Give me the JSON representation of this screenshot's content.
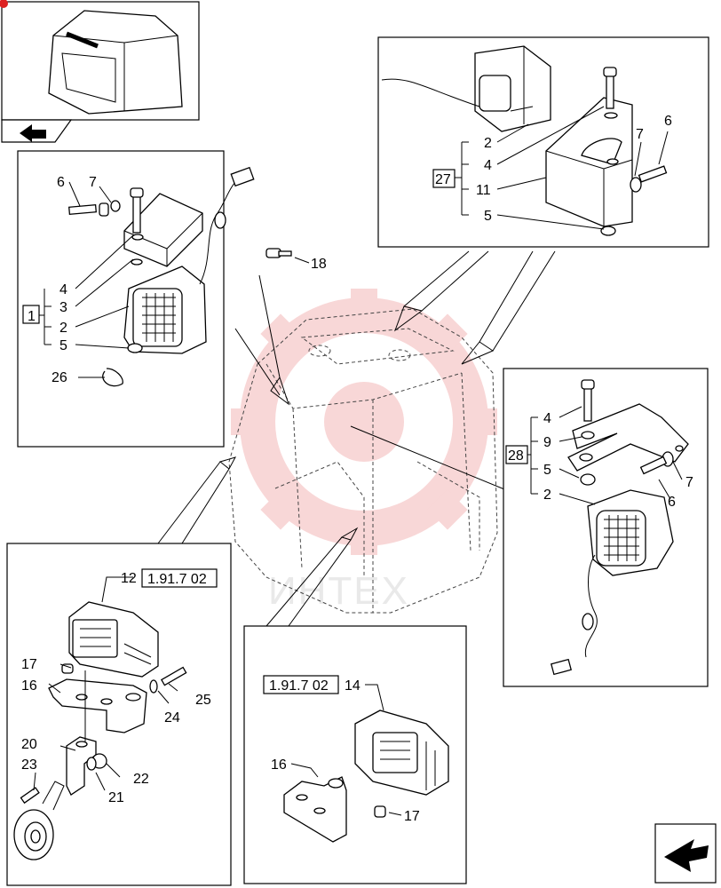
{
  "watermark": {
    "text": "ИНТЕХ",
    "color": "#f4b7b7"
  },
  "refs": {
    "left_ref": "1.91.7 02",
    "right_ref": "1.91.7 02"
  },
  "groups": {
    "g1": "1",
    "g27": "27",
    "g28": "28"
  },
  "callouts": {
    "c2": "2",
    "c3": "3",
    "c4": "4",
    "c5": "5",
    "c6": "6",
    "c7": "7",
    "c9": "9",
    "c11": "11",
    "c12": "12",
    "c14": "14",
    "c16": "16",
    "c17": "17",
    "c18": "18",
    "c20": "20",
    "c21": "21",
    "c22": "22",
    "c23": "23",
    "c24": "24",
    "c25": "25",
    "c26": "26"
  },
  "icons": {
    "thumbnail": "cab-thumbnail-icon",
    "back": "back-arrow-icon",
    "next": "next-page-arrow-icon"
  }
}
